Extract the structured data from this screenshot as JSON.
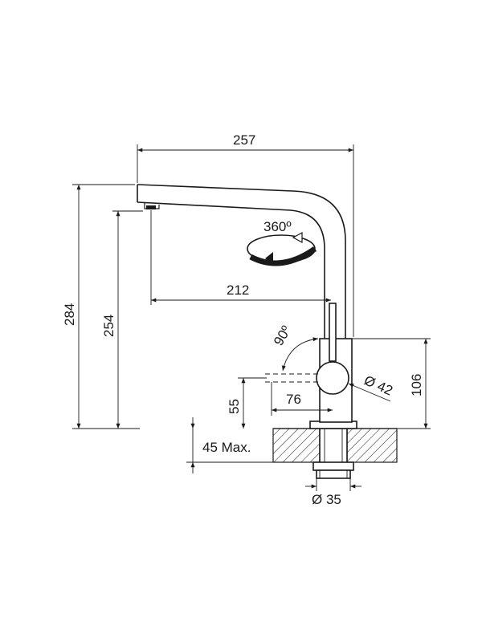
{
  "dimensions": {
    "spout_reach_total": "257",
    "spout_reach_outlet": "212",
    "total_height": "284",
    "outlet_height": "254",
    "body_height": "106",
    "handle_height": "55",
    "handle_reach": "76",
    "body_diameter": "Ø 42",
    "mount_diameter": "Ø 35",
    "max_thickness": "45 Max.",
    "swivel_angle": "360º",
    "lever_angle": "90º"
  },
  "colors": {
    "ink": "#1a1a1a",
    "background": "#ffffff"
  },
  "icons": [
    "rotation-arrow-icon",
    "dimension-arrow-icon"
  ]
}
